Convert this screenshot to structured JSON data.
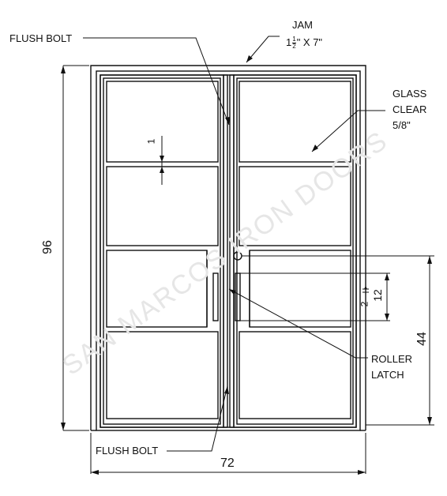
{
  "labels": {
    "flush_bolt_top": "FLUSH BOLT",
    "flush_bolt_bottom": "FLUSH BOLT",
    "jam_title": "JAM",
    "jam_whole": "1",
    "jam_frac_num": "1",
    "jam_frac_den": "2",
    "jam_rest": "\" X 7\"",
    "glass_line1": "GLASS",
    "glass_line2": "CLEAR",
    "glass_line3": "5/8\"",
    "roller_line1": "ROLLER",
    "roller_line2": "LATCH"
  },
  "dimensions": {
    "height": "96",
    "width": "72",
    "handle_height": "44",
    "handle_length": "12",
    "handle_offset": "2",
    "muntin": "1"
  },
  "watermark": "SAN MARCOS IRON DOORS",
  "colors": {
    "line": "#111111",
    "watermark": "#e6e6e6"
  }
}
